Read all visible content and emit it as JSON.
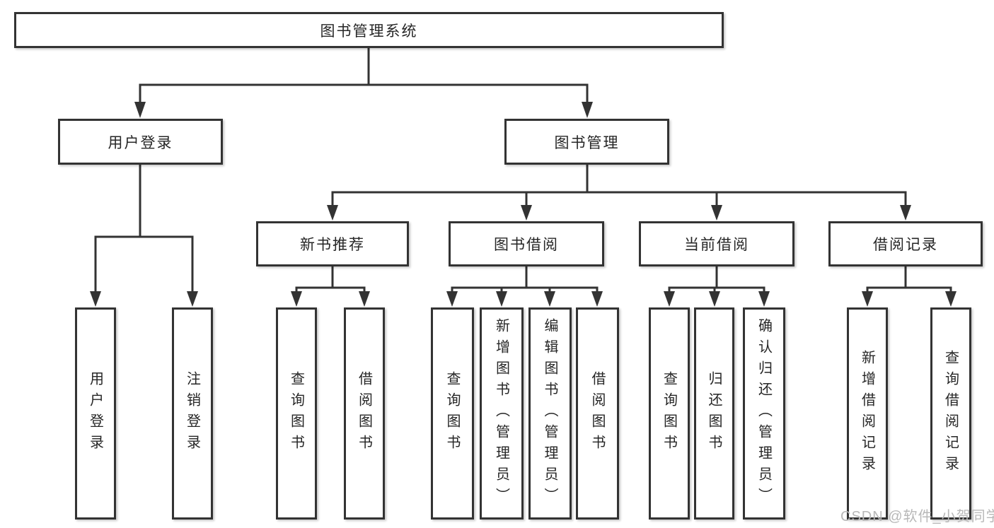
{
  "nodes": {
    "root": "图书管理系统",
    "level2": [
      "用户登录",
      "图书管理"
    ],
    "level3": [
      "新书推荐",
      "图书借阅",
      "当前借阅",
      "借阅记录"
    ],
    "login_leaves": [
      "用户登录",
      "注销登录"
    ],
    "recommend_leaves": [
      "查询图书",
      "借阅图书"
    ],
    "borrow_leaves": [
      "查询图书",
      "新增图书（管理员）",
      "编辑图书（管理员）",
      "借阅图书"
    ],
    "current_leaves": [
      "查询图书",
      "归还图书",
      "确认归还（管理员）"
    ],
    "record_leaves": [
      "新增借阅记录",
      "查询借阅记录"
    ]
  },
  "watermark": "CSDN @软件_小贺同学",
  "colors": {
    "line": "#333333",
    "box_fill": "#ffffff",
    "text": "#262626",
    "watermark": "#b8b8b8"
  }
}
